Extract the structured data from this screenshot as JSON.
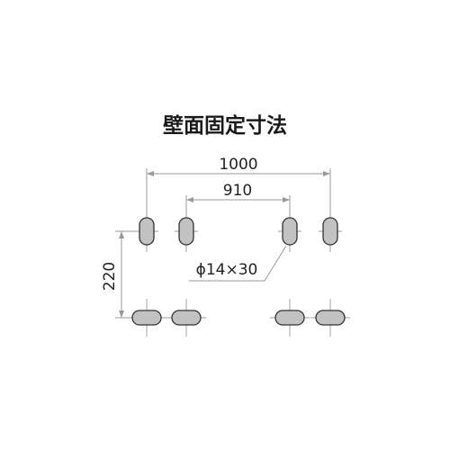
{
  "title": "壁面固定寸法",
  "dimensions": {
    "outer_width": "1000",
    "inner_width": "910",
    "height": "220",
    "hole": "ϕ14×30"
  },
  "colors": {
    "slot_fill": "#c2c2c2",
    "slot_stroke": "#333333",
    "dimension_line": "#9a9a9a",
    "text": "#222222"
  }
}
